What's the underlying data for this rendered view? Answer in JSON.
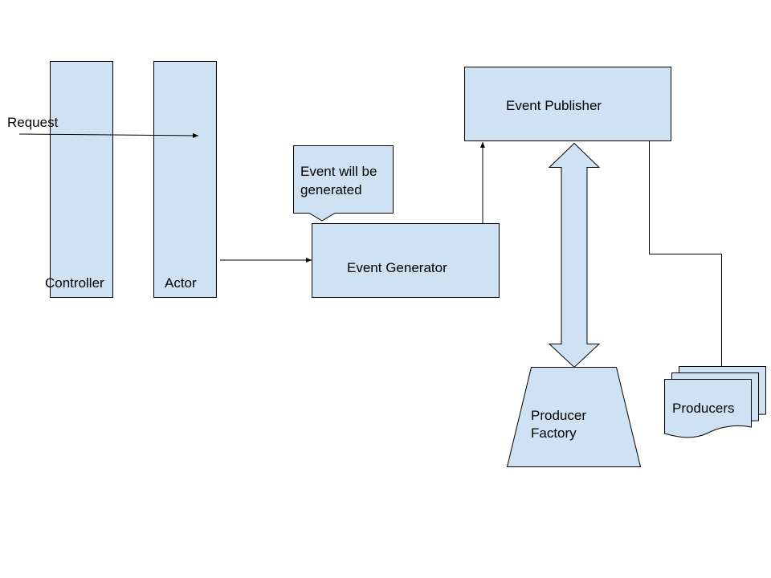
{
  "colors": {
    "box_fill": "#cfe2f3",
    "stroke": "#000000",
    "background": "#ffffff"
  },
  "labels": {
    "request": "Request",
    "controller": "Controller",
    "actor": "Actor",
    "callout_line1": "Event will be",
    "callout_line2": "generated",
    "event_generator": "Event Generator",
    "event_publisher": "Event Publisher",
    "producer_factory_line1": "Producer",
    "producer_factory_line2": "Factory",
    "producers": "Producers"
  }
}
